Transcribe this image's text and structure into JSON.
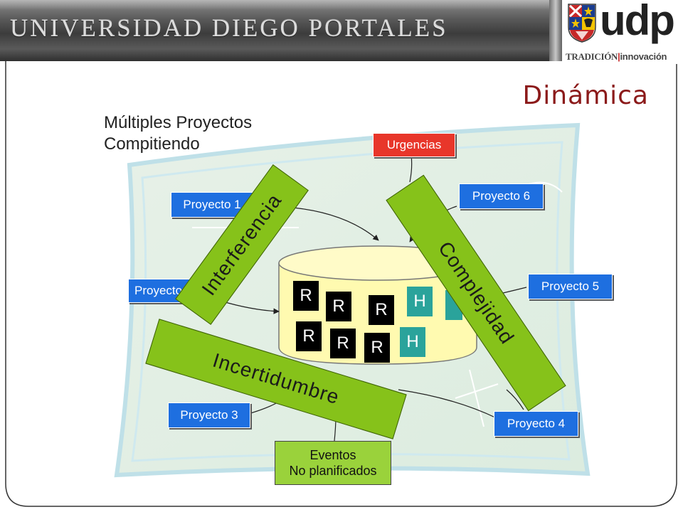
{
  "header": {
    "banner_title": "UNIVERSIDAD DIEGO PORTALES",
    "logo_text": "udp",
    "tagline_left": "TRADICIÓN",
    "tagline_right": "innovación"
  },
  "slide": {
    "title": "Dinámica",
    "subtitle_line1": "Múltiples Proyectos",
    "subtitle_line2": "Compitiendo"
  },
  "diagram": {
    "urgencias": "Urgencias",
    "proyecto1": "Proyecto 1",
    "proyecto2": "Proyecto 2",
    "proyecto3": "Proyecto 3",
    "proyecto4": "Proyecto 4",
    "proyecto5": "Proyecto 5",
    "proyecto6": "Proyecto 6",
    "eventos_line1": "Eventos",
    "eventos_line2": "No planificados",
    "interferencia": "Interferencia",
    "complejidad": "Complejidad",
    "incertidumbre": "Incertidumbre",
    "resource_r": "R",
    "resource_h": "H"
  },
  "colors": {
    "project_box": "#1e6fe0",
    "urgent_box": "#e8362a",
    "band": "#86c21a",
    "resource_r": "#000000",
    "resource_h": "#2aa39b",
    "title": "#8b1a1a"
  }
}
